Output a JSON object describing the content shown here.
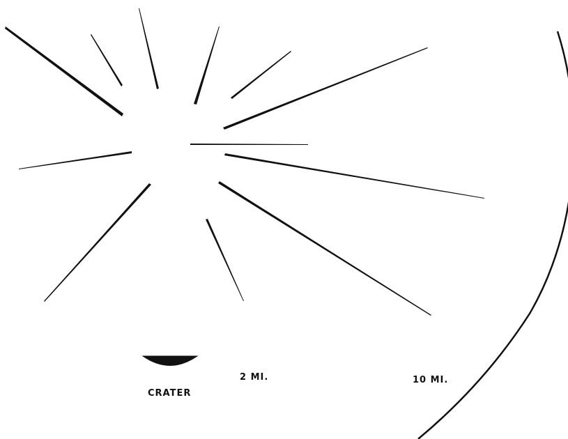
{
  "labels": {
    "crater": "CRATER",
    "ring_2mi": "2 MI.",
    "ring_10mi": "10 MI."
  },
  "colors": {
    "ink": "#111111",
    "background": "#ffffff"
  }
}
